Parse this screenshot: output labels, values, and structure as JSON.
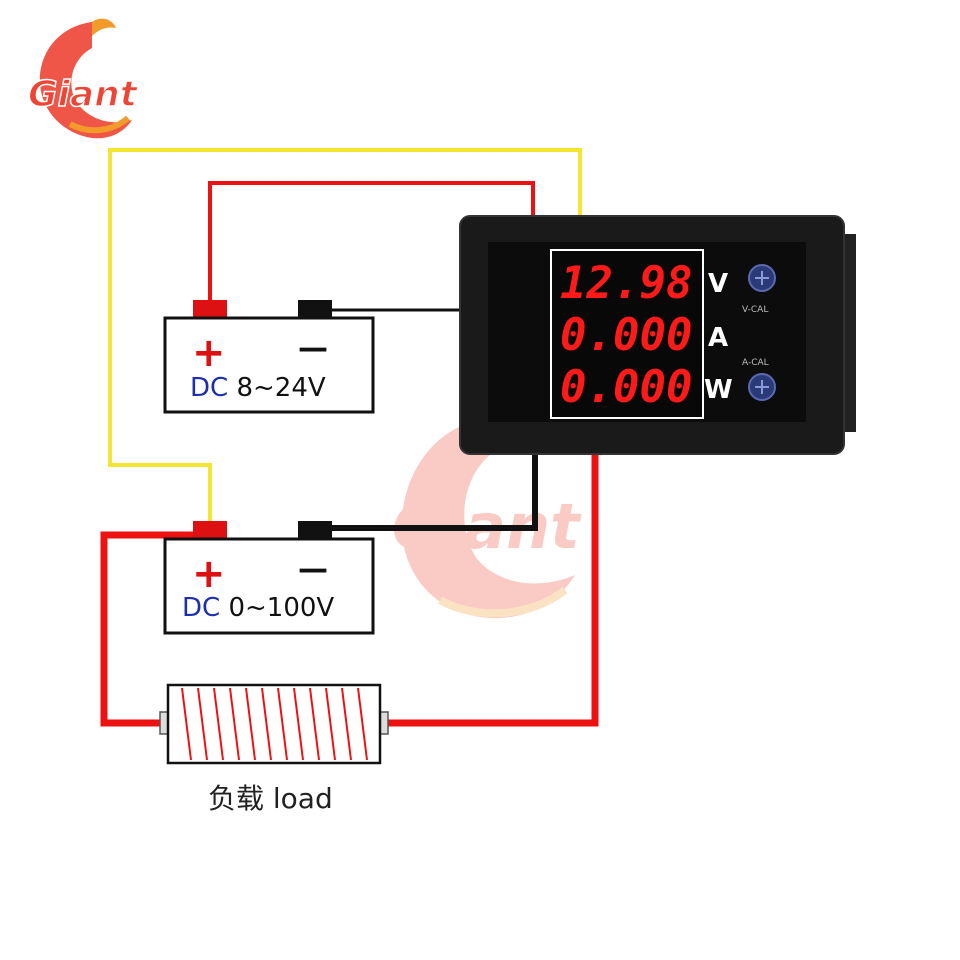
{
  "brand": {
    "logo_text": "Giant",
    "watermark_text": "Giant"
  },
  "colors": {
    "wire_red": "#ee1111",
    "wire_yellow": "#f4e533",
    "wire_black": "#111111",
    "display_red": "#ff1a1a",
    "terminal_red": "#dd1111",
    "dc_blue": "#1c2fb0",
    "panel_black": "#1a1a1a",
    "logo_red": "#ee4433"
  },
  "meter": {
    "readings": [
      {
        "value": "12.98",
        "unit": "V"
      },
      {
        "value": "0.000",
        "unit": "A"
      },
      {
        "value": "0.000",
        "unit": "W"
      }
    ],
    "cal_labels": [
      "V-CAL",
      "A-CAL"
    ]
  },
  "battery_supply": {
    "plus_symbol": "+",
    "minus_symbol": "—",
    "label_prefix": "DC",
    "label_range": " 8~24V"
  },
  "battery_measured": {
    "plus_symbol": "+",
    "minus_symbol": "—",
    "label_prefix": "DC",
    "label_range": " 0~100V"
  },
  "load": {
    "label": "负载 load"
  }
}
